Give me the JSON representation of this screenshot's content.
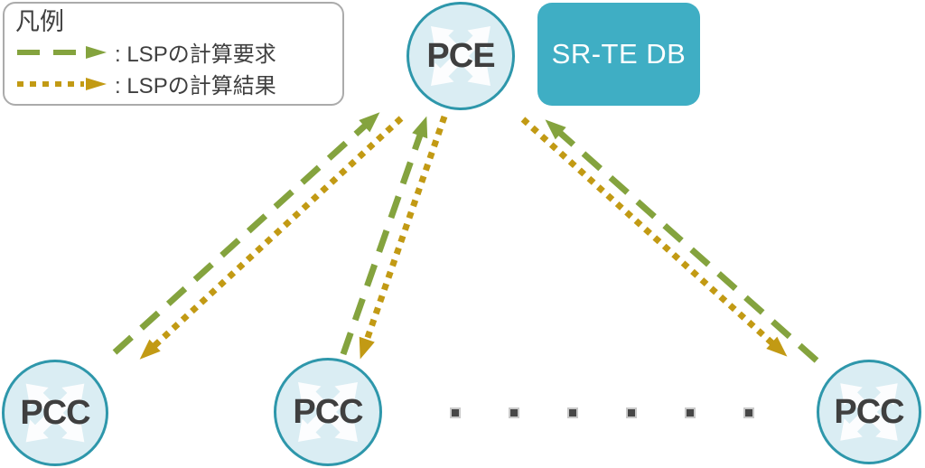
{
  "legend": {
    "title": "凡例",
    "items": [
      {
        "label": ": LSPの計算要求",
        "style": "dashed",
        "meaning": "LSP computation request"
      },
      {
        "label": ": LSPの計算結果",
        "style": "dotted",
        "meaning": "LSP computation result"
      }
    ]
  },
  "nodes": {
    "pce": {
      "label": "PCE"
    },
    "srte_db": {
      "label": "SR-TE DB"
    },
    "pcc_left": {
      "label": "PCC"
    },
    "pcc_middle": {
      "label": "PCC"
    },
    "pcc_right": {
      "label": "PCC"
    }
  },
  "edges": [
    {
      "from": "pcc_left",
      "to": "pce",
      "type": "request"
    },
    {
      "from": "pce",
      "to": "pcc_left",
      "type": "result"
    },
    {
      "from": "pcc_middle",
      "to": "pce",
      "type": "request"
    },
    {
      "from": "pce",
      "to": "pcc_middle",
      "type": "result"
    },
    {
      "from": "pcc_right",
      "to": "pce",
      "type": "request"
    },
    {
      "from": "pce",
      "to": "pcc_right",
      "type": "result"
    }
  ],
  "ellipsis": {
    "count": 6
  },
  "colors": {
    "request_green": "#84A33E",
    "result_gold": "#C29A14",
    "node_fill": "#DAEDF3",
    "node_border": "#2E97AB",
    "db_fill": "#3FAEC4",
    "db_text": "#FFFFFF",
    "text_dark": "#3F3F3F",
    "legend_border": "#ABABAB",
    "dot_fill": "#474747",
    "dot_border": "#C9C9C9",
    "canvas_bg": "#FFFFFF"
  }
}
